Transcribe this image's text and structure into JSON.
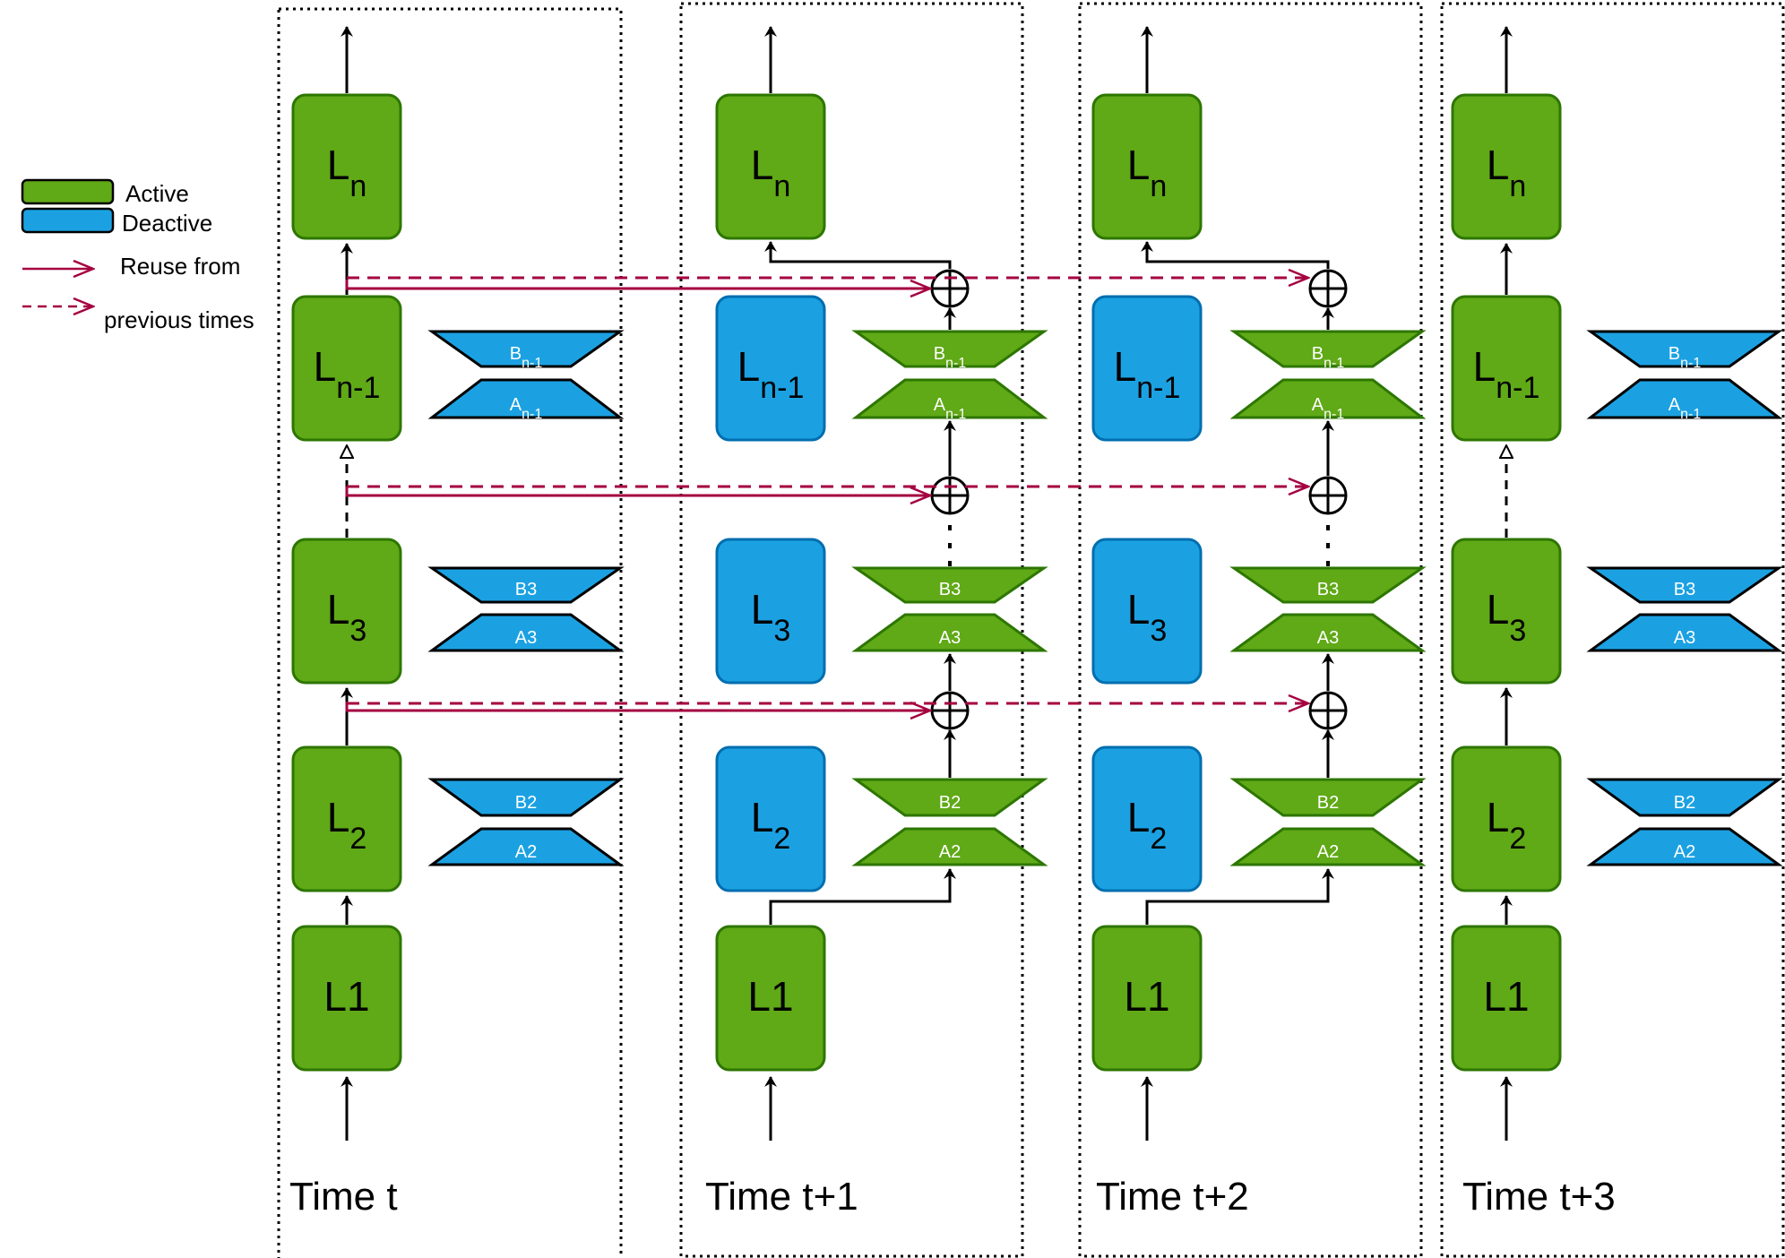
{
  "legend": {
    "active": "Active",
    "deactive": "Deactive",
    "reuse_line1": "Reuse from",
    "reuse_line2": "previous times"
  },
  "colors": {
    "active_fill": "#60a917",
    "active_stroke": "#2d7600",
    "deactive_fill": "#1ba1e2",
    "deactive_stroke": "#006eaf",
    "reuse_arrow": "#a50040",
    "line": "#000000"
  },
  "panels": [
    {
      "time_label": "Time t",
      "layers": [
        {
          "base": "L",
          "sub": "n",
          "state": "active"
        },
        {
          "base": "L",
          "sub": "n-1",
          "state": "active"
        },
        {
          "base": "L",
          "sub": "3",
          "state": "active"
        },
        {
          "base": "L",
          "sub": "2",
          "state": "active"
        },
        {
          "base": "L1",
          "sub": "",
          "state": "active"
        }
      ],
      "adapters_state": "deactive",
      "adapters": [
        {
          "b_base": "B",
          "b_sub": "n-1",
          "a_base": "A",
          "a_sub": "n-1"
        },
        {
          "b_base": "B3",
          "b_sub": "",
          "a_base": "A3",
          "a_sub": ""
        },
        {
          "b_base": "B2",
          "b_sub": "",
          "a_base": "A2",
          "a_sub": ""
        }
      ]
    },
    {
      "time_label": "Time t+1",
      "layers": [
        {
          "base": "L",
          "sub": "n",
          "state": "active"
        },
        {
          "base": "L",
          "sub": "n-1",
          "state": "deactive"
        },
        {
          "base": "L",
          "sub": "3",
          "state": "deactive"
        },
        {
          "base": "L",
          "sub": "2",
          "state": "deactive"
        },
        {
          "base": "L1",
          "sub": "",
          "state": "active"
        }
      ],
      "adapters_state": "active",
      "adapters": [
        {
          "b_base": "B",
          "b_sub": "n-1",
          "a_base": "A",
          "a_sub": "n-1"
        },
        {
          "b_base": "B3",
          "b_sub": "",
          "a_base": "A3",
          "a_sub": ""
        },
        {
          "b_base": "B2",
          "b_sub": "",
          "a_base": "A2",
          "a_sub": ""
        }
      ]
    },
    {
      "time_label": "Time t+2",
      "layers": [
        {
          "base": "L",
          "sub": "n",
          "state": "active"
        },
        {
          "base": "L",
          "sub": "n-1",
          "state": "deactive"
        },
        {
          "base": "L",
          "sub": "3",
          "state": "deactive"
        },
        {
          "base": "L",
          "sub": "2",
          "state": "deactive"
        },
        {
          "base": "L1",
          "sub": "",
          "state": "active"
        }
      ],
      "adapters_state": "active",
      "adapters": [
        {
          "b_base": "B",
          "b_sub": "n-1",
          "a_base": "A",
          "a_sub": "n-1"
        },
        {
          "b_base": "B3",
          "b_sub": "",
          "a_base": "A3",
          "a_sub": ""
        },
        {
          "b_base": "B2",
          "b_sub": "",
          "a_base": "A2",
          "a_sub": ""
        }
      ]
    },
    {
      "time_label": "Time t+3",
      "layers": [
        {
          "base": "L",
          "sub": "n",
          "state": "active"
        },
        {
          "base": "L",
          "sub": "n-1",
          "state": "active"
        },
        {
          "base": "L",
          "sub": "3",
          "state": "active"
        },
        {
          "base": "L",
          "sub": "2",
          "state": "active"
        },
        {
          "base": "L1",
          "sub": "",
          "state": "active"
        }
      ],
      "adapters_state": "deactive",
      "adapters": [
        {
          "b_base": "B",
          "b_sub": "n-1",
          "a_base": "A",
          "a_sub": "n-1"
        },
        {
          "b_base": "B3",
          "b_sub": "",
          "a_base": "A3",
          "a_sub": ""
        },
        {
          "b_base": "B2",
          "b_sub": "",
          "a_base": "A2",
          "a_sub": ""
        }
      ]
    }
  ]
}
